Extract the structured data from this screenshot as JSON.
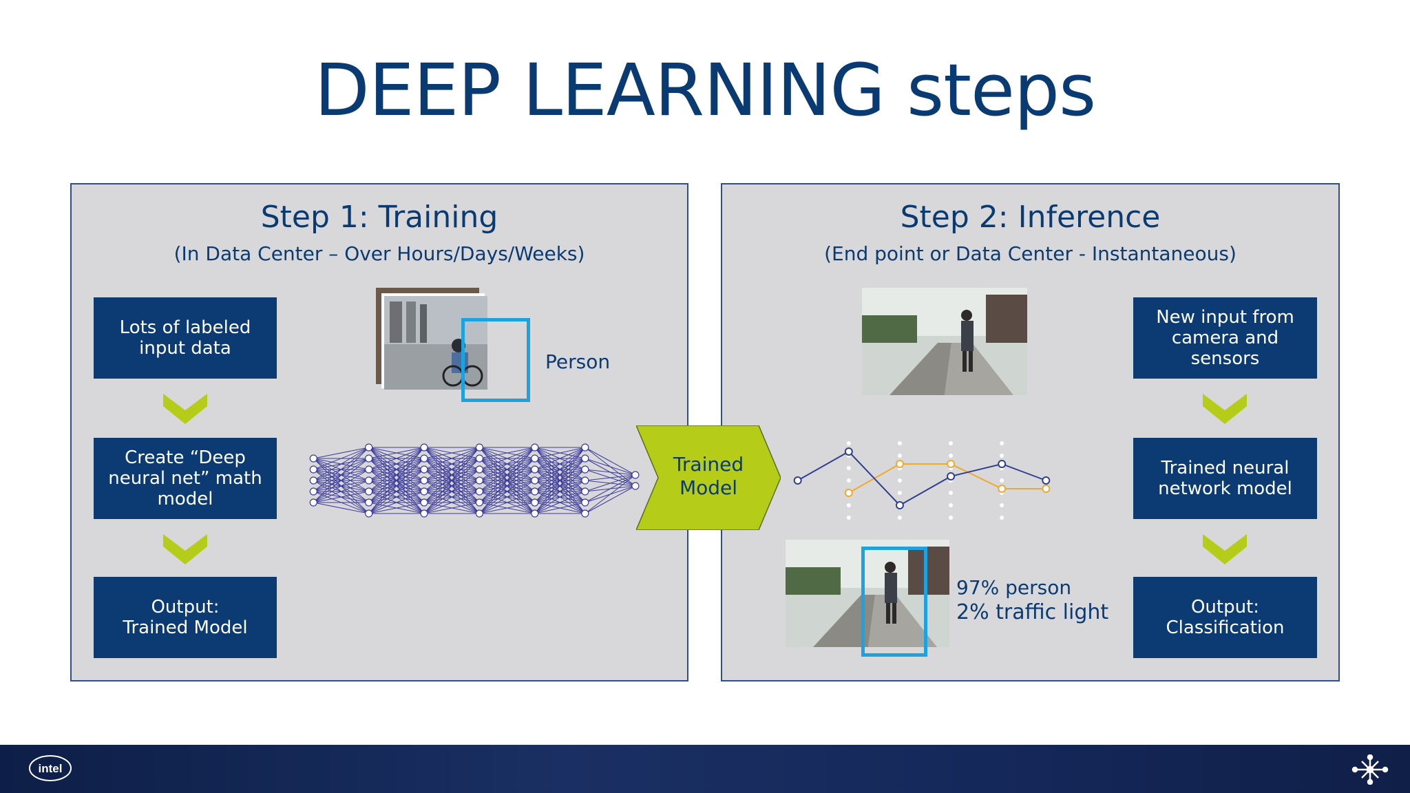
{
  "title": "DEEP LEARNING steps",
  "step1": {
    "title": "Step 1: Training",
    "subtitle": "(In Data Center – Over Hours/Days/Weeks)",
    "box1": "Lots of labeled\ninput data",
    "box2": "Create “Deep\nneural net” math\nmodel",
    "box3": "Output:\nTrained Model",
    "image_label": "Person"
  },
  "center": {
    "label": "Trained\nModel"
  },
  "step2": {
    "title": "Step 2: Inference",
    "subtitle": "(End point or Data Center - Instantaneous)",
    "box1": "New input from\ncamera and\nsensors",
    "box2": "Trained neural\nnetwork model",
    "box3": "Output:\nClassification",
    "result_line1": "97% person",
    "result_line2": "2% traffic light"
  },
  "footer": {
    "logo": "intel"
  },
  "colors": {
    "navy": "#0b3b72",
    "lime": "#b5cc18",
    "highlight": "#1aa3e0",
    "panel": "#d8d8da",
    "net": "#3b3b9a",
    "orange": "#f0a92a"
  }
}
